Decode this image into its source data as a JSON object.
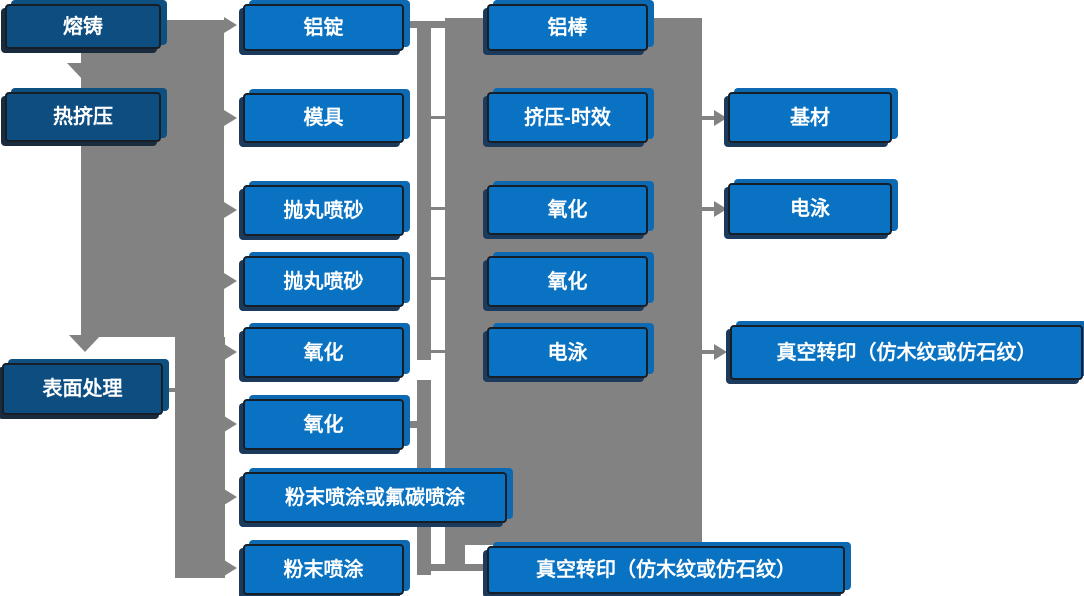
{
  "diagram": {
    "colors": {
      "process_box": "#0a72c2",
      "stage_box": "#0d4d80",
      "connector": "#828282",
      "text": "#ffffff",
      "background": "#ffffff"
    },
    "col1": [
      "熔铸",
      "热挤压",
      "表面处理"
    ],
    "col2": [
      "铝锭",
      "模具",
      "抛丸喷砂",
      "抛丸喷砂",
      "氧化",
      "氧化",
      "粉末喷涂或氟碳喷涂",
      "粉末喷涂"
    ],
    "col3": [
      "铝棒",
      "挤压-时效",
      "氧化",
      "氧化",
      "电泳",
      "真空转印（仿木纹或仿石纹）"
    ],
    "col4": [
      "基材",
      "电泳",
      "真空转印（仿木纹或仿石纹）"
    ]
  }
}
